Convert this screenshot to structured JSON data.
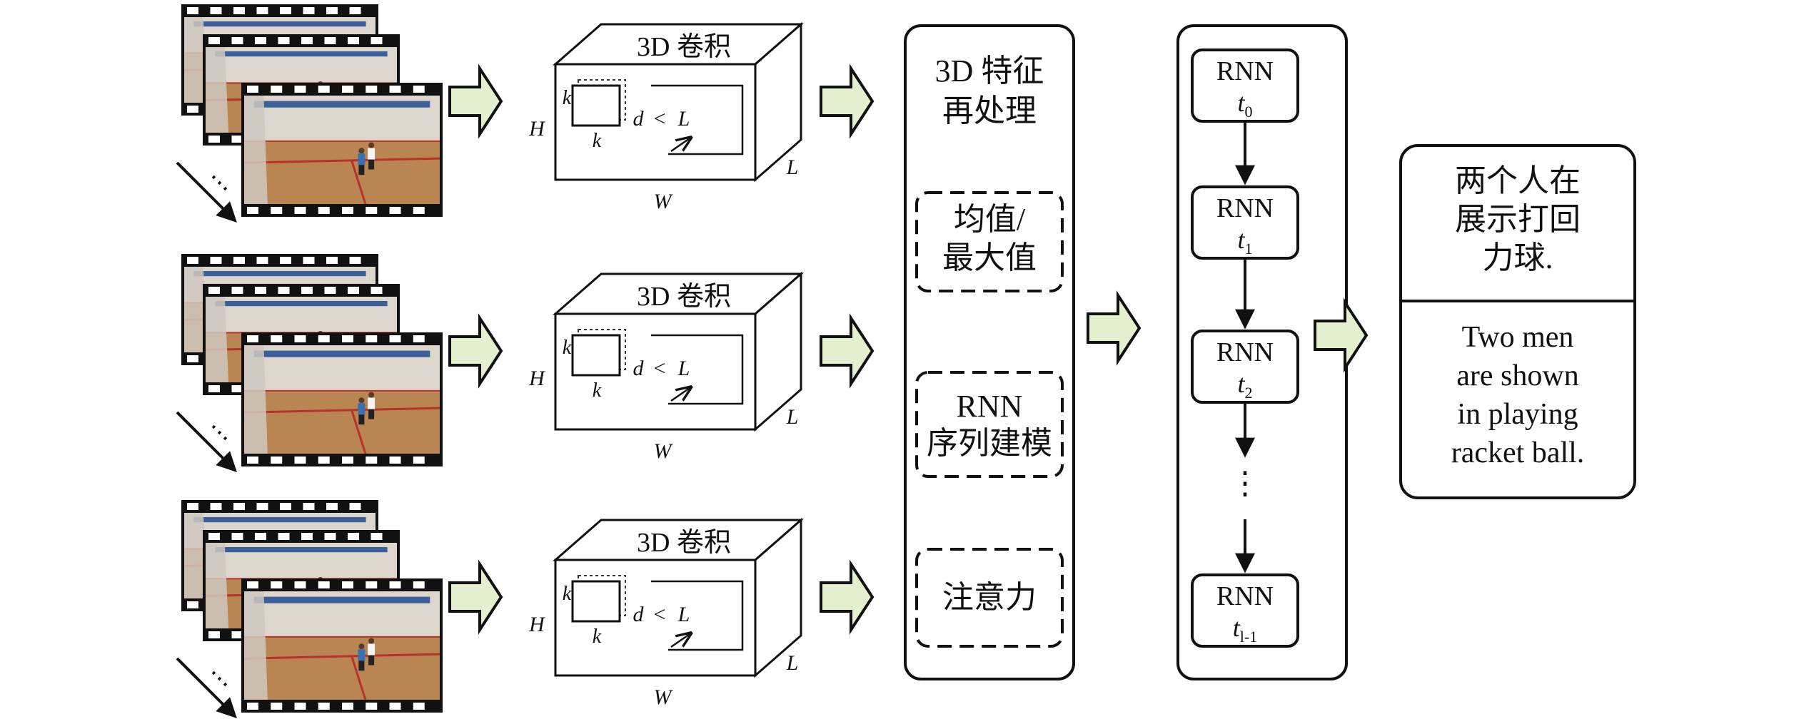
{
  "colors": {
    "arrow_fill": "#e3efcf",
    "stroke": "#111111",
    "court_floor": "#b98552",
    "court_wall": "#ddd6cc",
    "court_line": "#b8322c",
    "banner": "#3a5f9a"
  },
  "rows": [
    {
      "conv_title": "3D 卷积",
      "k_top": "k",
      "k_bottom": "k",
      "d_label": "d",
      "lt": "<",
      "L_inner": "L",
      "H": "H",
      "W": "W",
      "L": "L"
    },
    {
      "conv_title": "3D 卷积",
      "k_top": "k",
      "k_bottom": "k",
      "d_label": "d",
      "lt": "<",
      "L_inner": "L",
      "H": "H",
      "W": "W",
      "L": "L"
    },
    {
      "conv_title": "3D 卷积",
      "k_top": "k",
      "k_bottom": "k",
      "d_label": "d",
      "lt": "<",
      "L_inner": "L",
      "H": "H",
      "W": "W",
      "L": "L"
    }
  ],
  "ellipsis": "⋯",
  "feature_box": {
    "title_line1": "3D 特征",
    "title_line2": "再处理",
    "options": [
      {
        "line1": "均值/",
        "line2": "最大值"
      },
      {
        "line1": "RNN",
        "line2": "序列建模"
      },
      {
        "line1": "注意力",
        "line2": ""
      }
    ]
  },
  "rnn": {
    "cells": [
      {
        "label": "RNN",
        "t": "t",
        "sub": "0"
      },
      {
        "label": "RNN",
        "t": "t",
        "sub": "1"
      },
      {
        "label": "RNN",
        "t": "t",
        "sub": "2"
      },
      {
        "label": "RNN",
        "t": "t",
        "sub": "l-1"
      }
    ],
    "vdots": "⋮"
  },
  "output": {
    "zh": [
      "两个人在",
      "展示打回",
      "力球."
    ],
    "en": [
      "Two men",
      "are shown",
      "in playing",
      "racket ball."
    ]
  }
}
